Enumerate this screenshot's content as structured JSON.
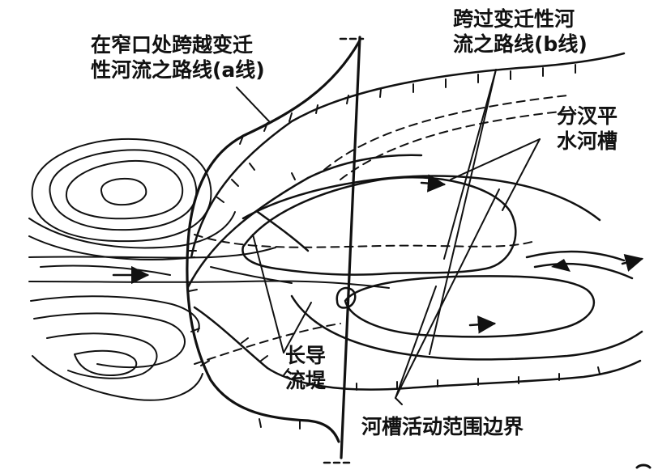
{
  "labels": {
    "route_a": [
      "在窄口处跨越变迁",
      "性河流之路线(a线)"
    ],
    "route_b": [
      "跨过变迁性河",
      "流之路线(b线)"
    ],
    "branch": [
      "分汊平",
      "水河槽"
    ],
    "dike": [
      "长导",
      "流堤"
    ],
    "boundary": "河槽活动范围边界"
  },
  "colors": {
    "ink": "#111111",
    "paper": "#ffffff"
  }
}
